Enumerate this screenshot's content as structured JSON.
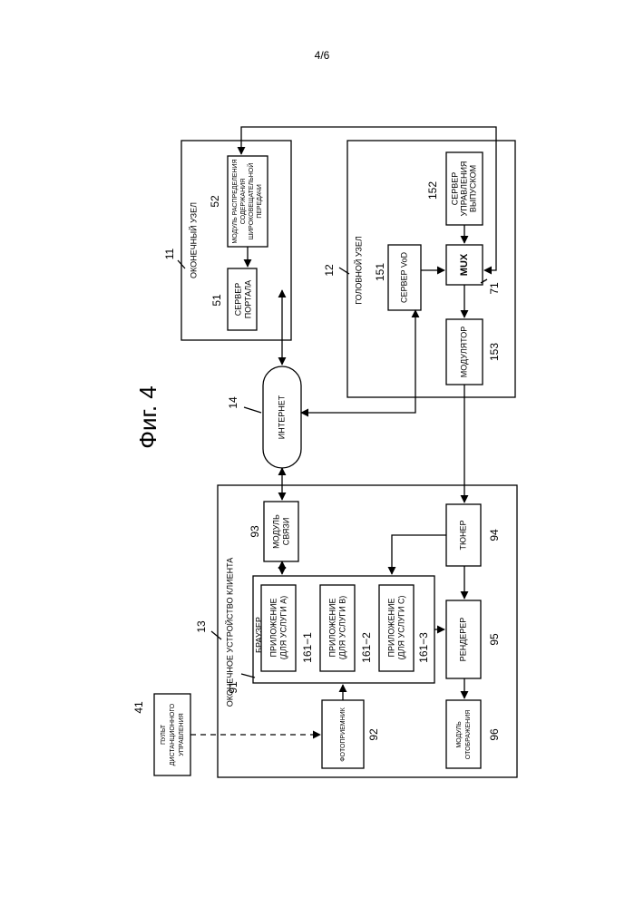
{
  "page_number": "4/6",
  "figure_title": "Фиг. 4",
  "terminal_node": {
    "title": "ОКОНЕЧНЫЙ УЗЕЛ",
    "ref": "11"
  },
  "portal_server": {
    "line1": "СЕРВЕР",
    "line2": "ПОРТАЛА",
    "ref": "51"
  },
  "broadcast_module": {
    "line1": "МОДУЛЬ РАСПРЕДЕЛЕНИЯ",
    "line2": "СОДЕРЖАНИЯ",
    "line3": "ШИРОКОВЕЩАТЕЛЬНОЙ",
    "line4": "ПЕРЕДАЧИ",
    "ref": "52"
  },
  "head_node": {
    "title": "ГОЛОВНОЙ УЗЕЛ",
    "ref": "12"
  },
  "vod_server": {
    "label": "СЕРВЕР VoD",
    "ref": "151"
  },
  "release_server": {
    "line1": "СЕРВЕР",
    "line2": "УПРАВЛЕНИЯ",
    "line3": "ВЫПУСКОМ",
    "ref": "152"
  },
  "mux": {
    "label": "MUX",
    "ref": "71"
  },
  "modulator": {
    "label": "МОДУЛЯТОР",
    "ref": "153"
  },
  "internet": {
    "label": "ИНТЕРНЕТ",
    "ref": "14"
  },
  "client_device": {
    "title": "ОКОНЕЧНОЕ УСТРОЙСТВО КЛИЕНТА",
    "ref": "13"
  },
  "comm_module": {
    "line1": "МОДУЛЬ",
    "line2": "СВЯЗИ",
    "ref": "93"
  },
  "browser": {
    "label": "БРАУЗЕР",
    "ref": "91"
  },
  "app_a": {
    "line1": "ПРИЛОЖЕНИЕ",
    "line2": "(ДЛЯ УСЛУГИ А)",
    "ref": "161−1"
  },
  "app_b": {
    "line1": "ПРИЛОЖЕНИЕ",
    "line2": "(ДЛЯ УСЛУГИ В)",
    "ref": "161−2"
  },
  "app_c": {
    "line1": "ПРИЛОЖЕНИЕ",
    "line2": "(ДЛЯ УСЛУГИ С)",
    "ref": "161−3"
  },
  "photodetector": {
    "label": "ФОТОПРИЕМНИК",
    "ref": "92"
  },
  "tuner": {
    "label": "ТЮНЕР",
    "ref": "94"
  },
  "renderer": {
    "label": "РЕНДЕРЕР",
    "ref": "95"
  },
  "display_module": {
    "line1": "МОДУЛЬ",
    "line2": "ОТОБРАЖЕНИЯ",
    "ref": "96"
  },
  "remote": {
    "line1": "ПУЛЬТ",
    "line2": "ДИСТАНЦИОННОГО",
    "line3": "УПРАВЛЕНИЯ",
    "ref": "41"
  }
}
